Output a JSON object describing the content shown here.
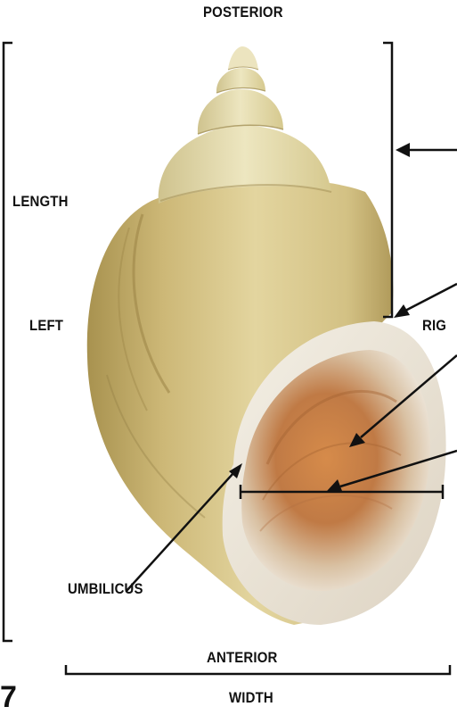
{
  "labels": {
    "posterior": "POSTERIOR",
    "length": "LENGTH",
    "left": "LEFT",
    "right_partial": "RIG",
    "umbilicus": "UMBILICUS",
    "anterior": "ANTERIOR",
    "width": "WIDTH",
    "page_number_partial": "7"
  },
  "colors": {
    "shell_light": "#ebe3b8",
    "shell_mid": "#d8c98e",
    "shell_dark": "#b39f5f",
    "aperture_inner": "#e8e1d2",
    "aperture_brown": "#c27b3f",
    "line": "#111111"
  }
}
